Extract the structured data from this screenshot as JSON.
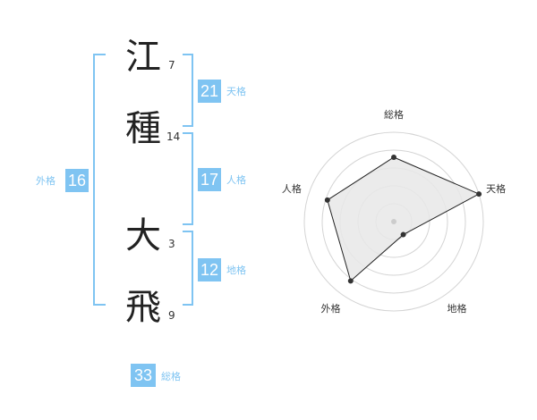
{
  "characters": [
    {
      "char": "江",
      "strokes": "7"
    },
    {
      "char": "種",
      "strokes": "14"
    },
    {
      "char": "大",
      "strokes": "3"
    },
    {
      "char": "飛",
      "strokes": "9"
    }
  ],
  "scores": {
    "tenkaku": {
      "value": "21",
      "label": "天格"
    },
    "jinkaku": {
      "value": "17",
      "label": "人格"
    },
    "chikaku": {
      "value": "12",
      "label": "地格"
    },
    "gaikaku": {
      "value": "16",
      "label": "外格"
    },
    "soukaku": {
      "value": "33",
      "label": "総格"
    }
  },
  "colors": {
    "accent": "#7fc4f2",
    "text": "#222222"
  },
  "chart_data": {
    "type": "radar",
    "axes": [
      "総格",
      "天格",
      "地格",
      "外格",
      "人格"
    ],
    "values": [
      0.72,
      1.0,
      0.18,
      0.82,
      0.78
    ],
    "max": 1.0,
    "rings": 5
  }
}
